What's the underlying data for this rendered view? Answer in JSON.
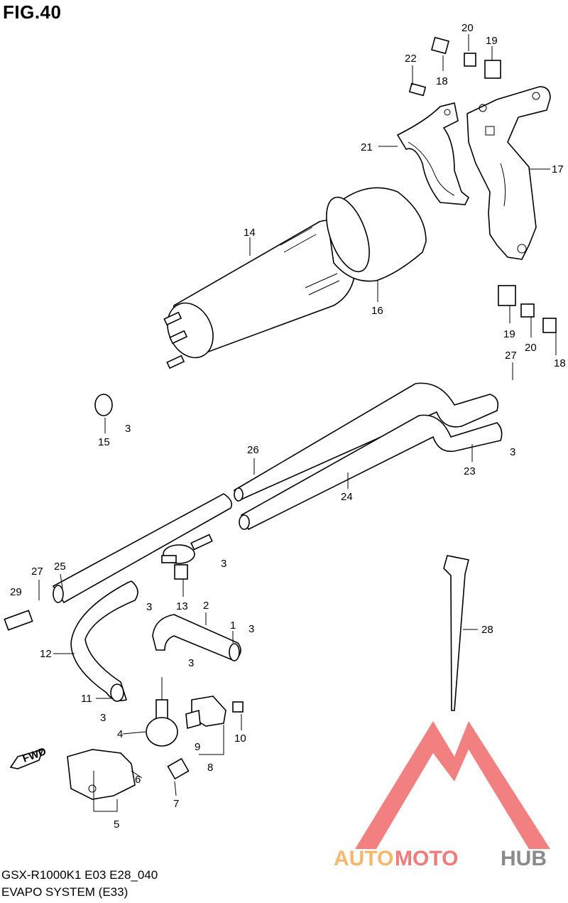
{
  "figure": {
    "title": "FIG.40",
    "caption_line1": "GSX-R1000K1 E03 E28_040",
    "caption_line2": "EVAPO SYSTEM (E33)",
    "fwd_label": "FWD"
  },
  "watermark": {
    "text_part1": "AUTO",
    "text_part2": "MOTO",
    "text_part3": "HUB",
    "colors": {
      "auto": "#F5B86A",
      "moto": "#F27A7A",
      "hub": "#8A8A8A",
      "logo": "#F26B6B"
    }
  },
  "callouts": [
    {
      "id": "c1",
      "text": "1"
    },
    {
      "id": "c2",
      "text": "2"
    },
    {
      "id": "c3a",
      "text": "3"
    },
    {
      "id": "c3b",
      "text": "3"
    },
    {
      "id": "c3c",
      "text": "3"
    },
    {
      "id": "c3d",
      "text": "3"
    },
    {
      "id": "c3e",
      "text": "3"
    },
    {
      "id": "c3f",
      "text": "3"
    },
    {
      "id": "c3g",
      "text": "3"
    },
    {
      "id": "c3h",
      "text": "3"
    },
    {
      "id": "c4",
      "text": "4"
    },
    {
      "id": "c5",
      "text": "5"
    },
    {
      "id": "c6",
      "text": "6"
    },
    {
      "id": "c7",
      "text": "7"
    },
    {
      "id": "c8",
      "text": "8"
    },
    {
      "id": "c9",
      "text": "9"
    },
    {
      "id": "c10",
      "text": "10"
    },
    {
      "id": "c11",
      "text": "11"
    },
    {
      "id": "c12",
      "text": "12"
    },
    {
      "id": "c13",
      "text": "13"
    },
    {
      "id": "c14",
      "text": "14"
    },
    {
      "id": "c15",
      "text": "15"
    },
    {
      "id": "c16",
      "text": "16"
    },
    {
      "id": "c17",
      "text": "17"
    },
    {
      "id": "c18a",
      "text": "18"
    },
    {
      "id": "c18b",
      "text": "18"
    },
    {
      "id": "c19a",
      "text": "19"
    },
    {
      "id": "c19b",
      "text": "19"
    },
    {
      "id": "c20a",
      "text": "20"
    },
    {
      "id": "c20b",
      "text": "20"
    },
    {
      "id": "c21",
      "text": "21"
    },
    {
      "id": "c22",
      "text": "22"
    },
    {
      "id": "c23",
      "text": "23"
    },
    {
      "id": "c24",
      "text": "24"
    },
    {
      "id": "c25",
      "text": "25"
    },
    {
      "id": "c26",
      "text": "26"
    },
    {
      "id": "c27a",
      "text": "27"
    },
    {
      "id": "c27b",
      "text": "27"
    },
    {
      "id": "c28",
      "text": "28"
    },
    {
      "id": "c29",
      "text": "29"
    }
  ]
}
